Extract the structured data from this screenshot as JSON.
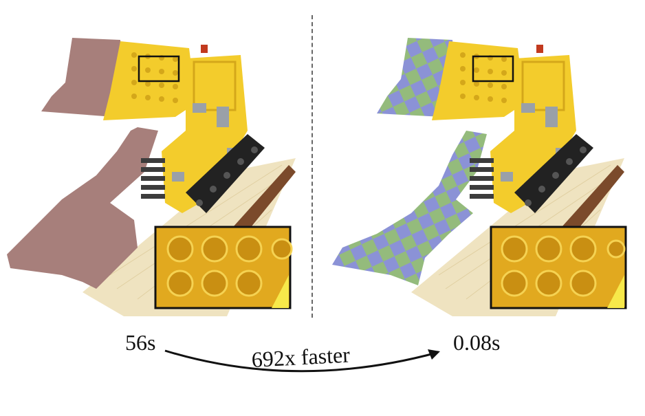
{
  "figure": {
    "left_panel": {
      "time_label": "56s",
      "overlay_color": "#a77f7b"
    },
    "right_panel": {
      "time_label": "0.08s",
      "checker_colors": [
        "#8b92d6",
        "#94bb7c"
      ]
    },
    "speedup_label": "692x faster",
    "colors": {
      "lego_yellow": "#f3cc2c",
      "lego_dark_yellow": "#d4a71a",
      "baseplate": "#efe3c0",
      "track": "#222222",
      "inset_border": "#111111"
    }
  }
}
